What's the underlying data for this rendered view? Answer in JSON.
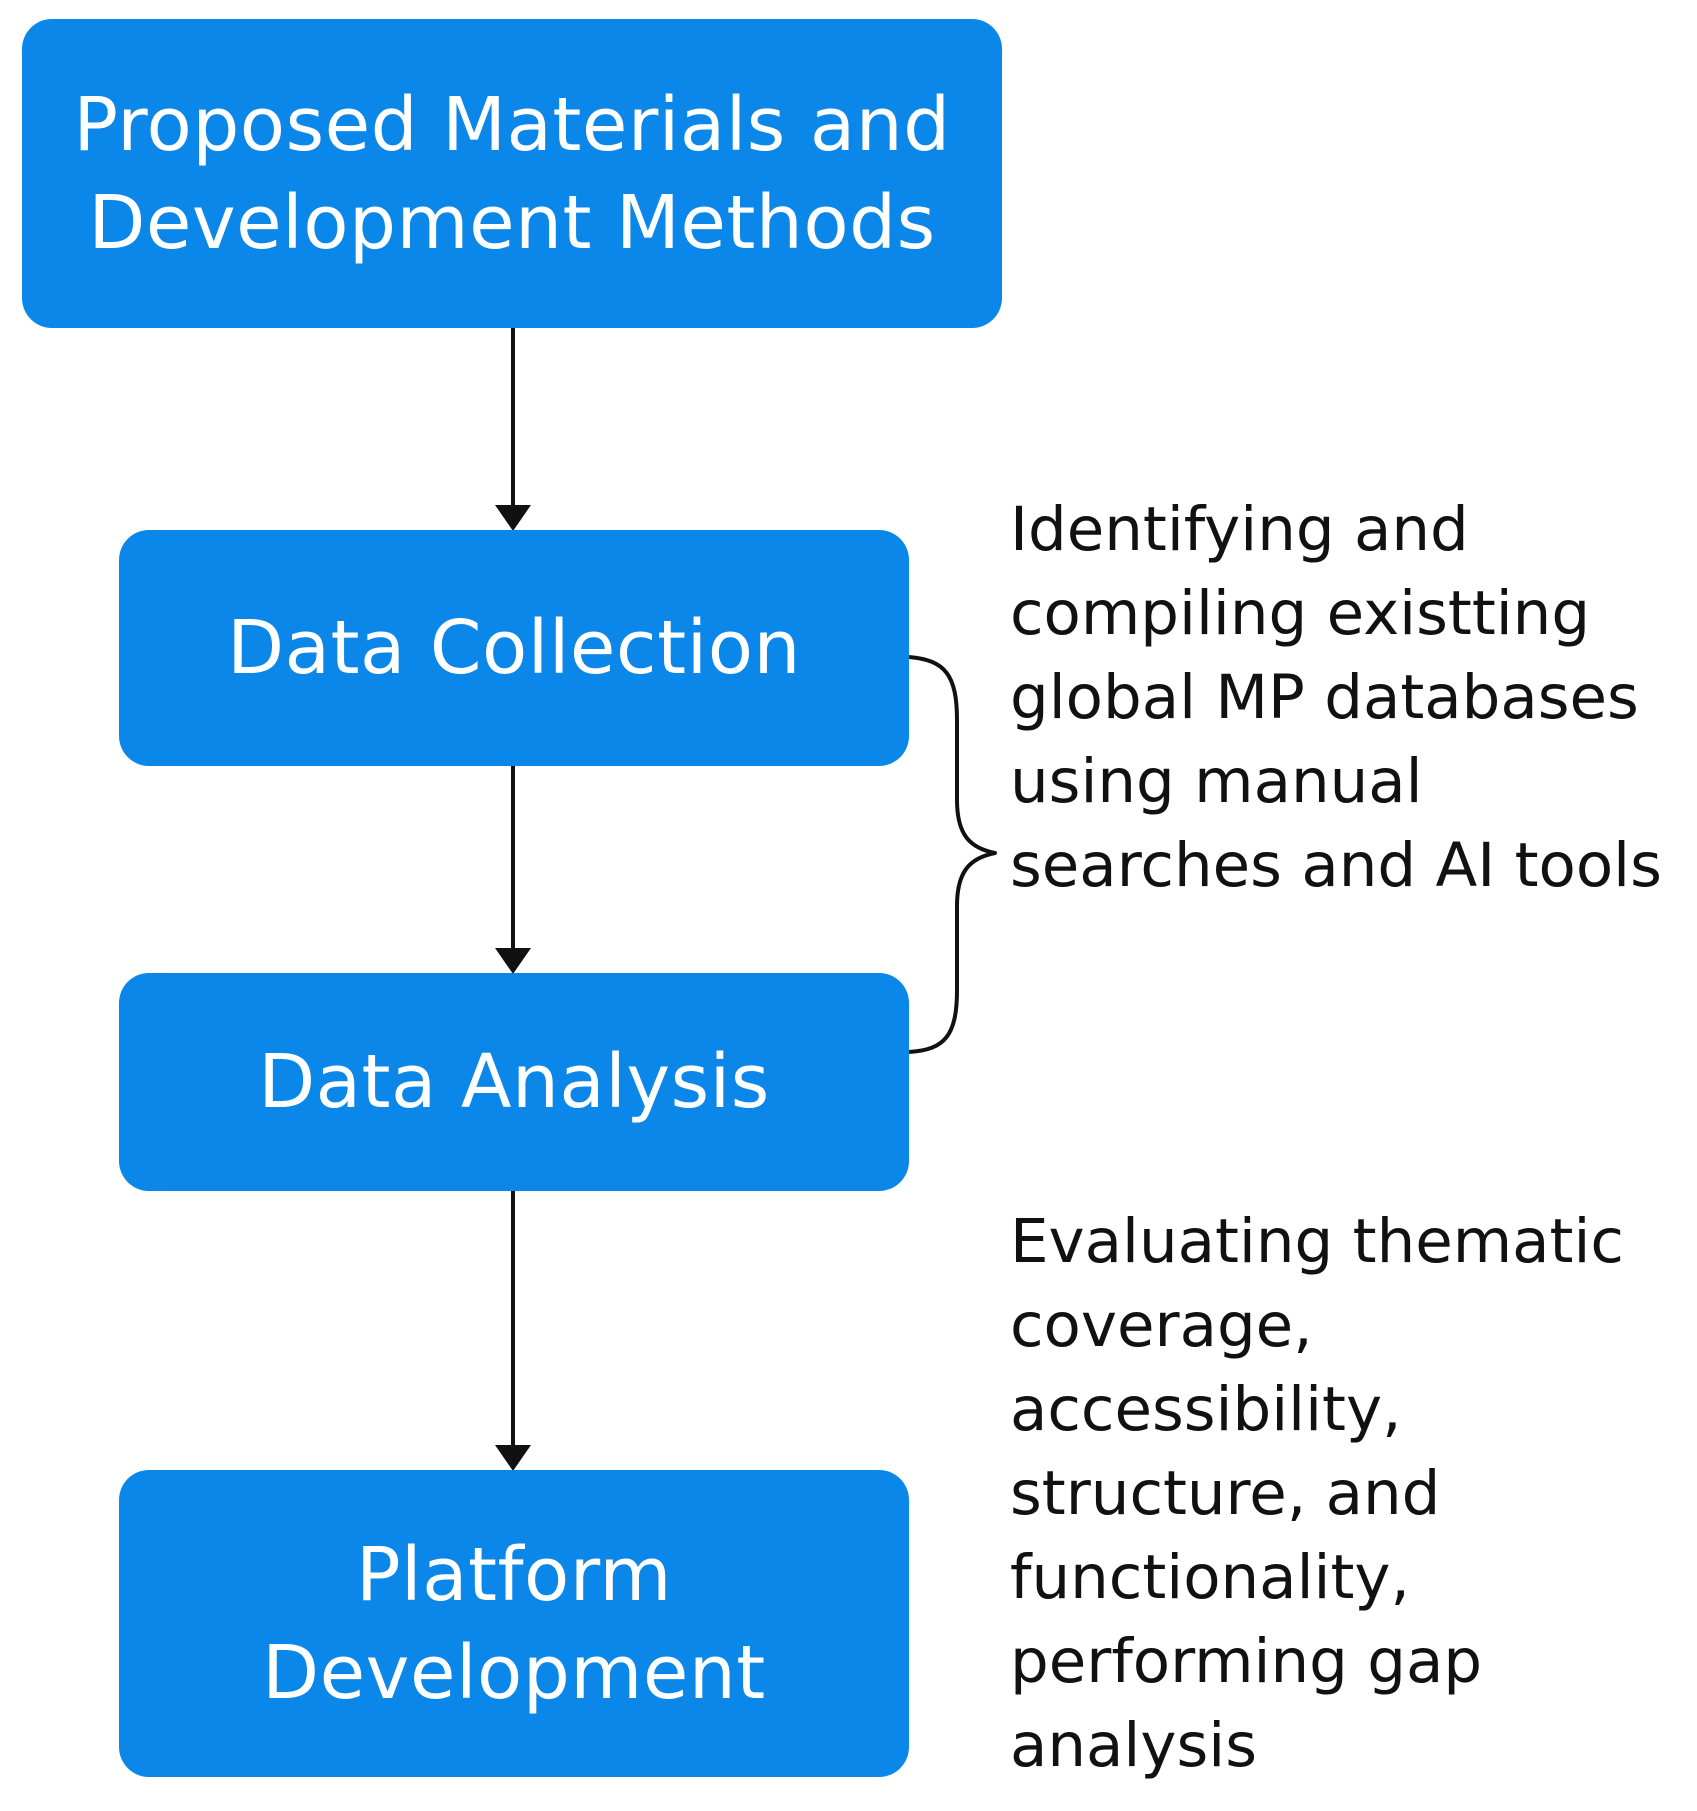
{
  "steps": {
    "proposed": {
      "line1": "Proposed Materials and",
      "line2": "Development Methods"
    },
    "collection": {
      "label": "Data Collection"
    },
    "analysis": {
      "label": "Data Analysis"
    },
    "platform": {
      "line1": "Platform",
      "line2": "Development"
    }
  },
  "notes": {
    "collection": "Identifying and\ncompiling existting\nglobal MP databases\nusing manual\nsearches and AI tools",
    "analysis": "Evaluating thematic\ncoverage,\naccessibility,\nstructure, and\nfunctionality,\nperforming gap\nanalysis"
  },
  "colors": {
    "box_fill": "#0a87e8",
    "box_text": "#ffffff",
    "arrow": "#111111",
    "note_text": "#111111"
  }
}
